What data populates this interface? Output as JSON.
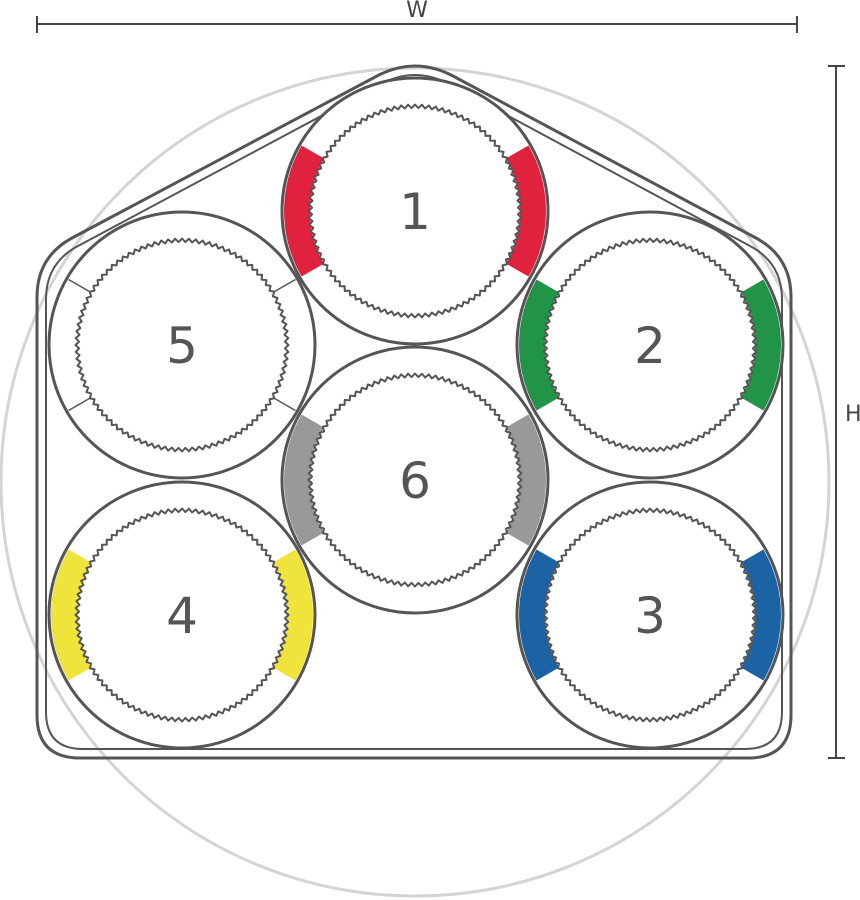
{
  "dimensions": {
    "width_label": "W",
    "height_label": "H"
  },
  "colors": {
    "outline": "#555555",
    "outer_circle": "#d4d4d4",
    "dimension_line": "#444444",
    "label": "#555555"
  },
  "cables": [
    {
      "number": "1",
      "band_color": "#e0223f"
    },
    {
      "number": "2",
      "band_color": "#229447"
    },
    {
      "number": "3",
      "band_color": "#1c63a6"
    },
    {
      "number": "4",
      "band_color": "#f0e43c"
    },
    {
      "number": "5",
      "band_color": ""
    },
    {
      "number": "6",
      "band_color": "#999999"
    }
  ]
}
